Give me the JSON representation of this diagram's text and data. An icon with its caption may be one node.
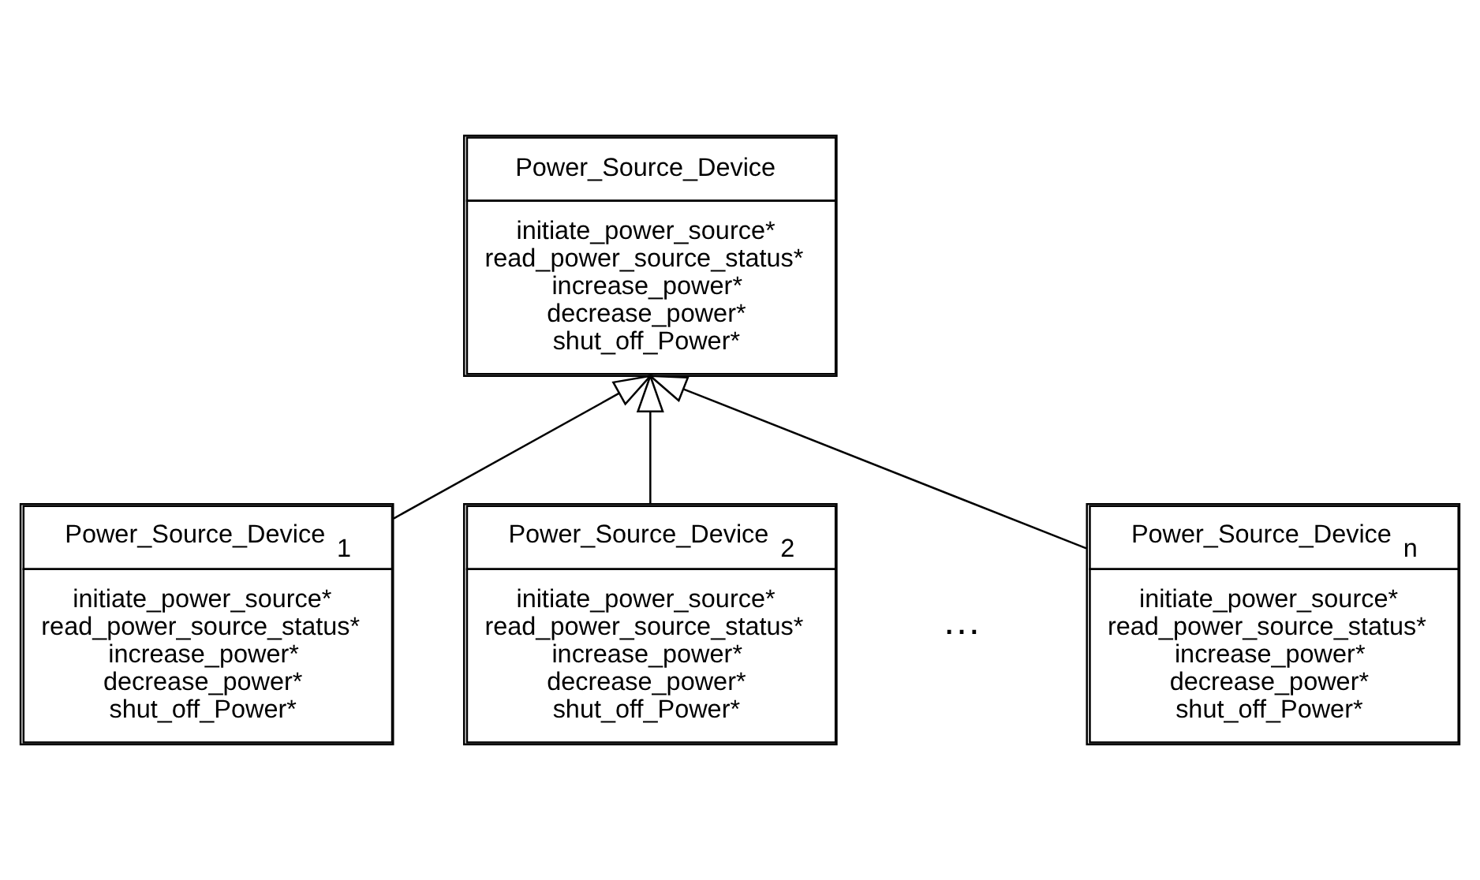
{
  "diagram": {
    "nodes": [
      {
        "text": [
          "Power_Source_Device",
          "initiate_power_source*",
          "read_power_source_status*",
          "increase_power*",
          "decrease_power*",
          "shut_off_Power*"
        ]
      },
      {
        "text": [
          "Power_Source_Device$_{1}$",
          "initiate_power_source*",
          "read_power_source_status*",
          "increase_power*",
          "decrease_power*",
          "shut_off_Power*"
        ]
      },
      {
        "text": [
          "Power_Source_Device$_{2}$",
          "initiate_power_source*",
          "read_power_source_status*",
          "increase_power*",
          "decrease_power*",
          "shut_off_Power*"
        ]
      },
      {
        "text": [
          "Power_Source_Device$_{n}$",
          "initiate_power_source*",
          "read_power_source_status*",
          "increase_power*",
          "decrease_power*",
          "shut_off_Power*"
        ]
      }
    ],
    "edges": [
      {
        "from": 1,
        "to": 0,
        "arrow": "to"
      },
      {
        "from": 2,
        "to": 0,
        "arrow": "to"
      },
      {
        "from": 3,
        "to": 0,
        "arrow": "to"
      }
    ],
    "labels": [
      "…"
    ]
  }
}
